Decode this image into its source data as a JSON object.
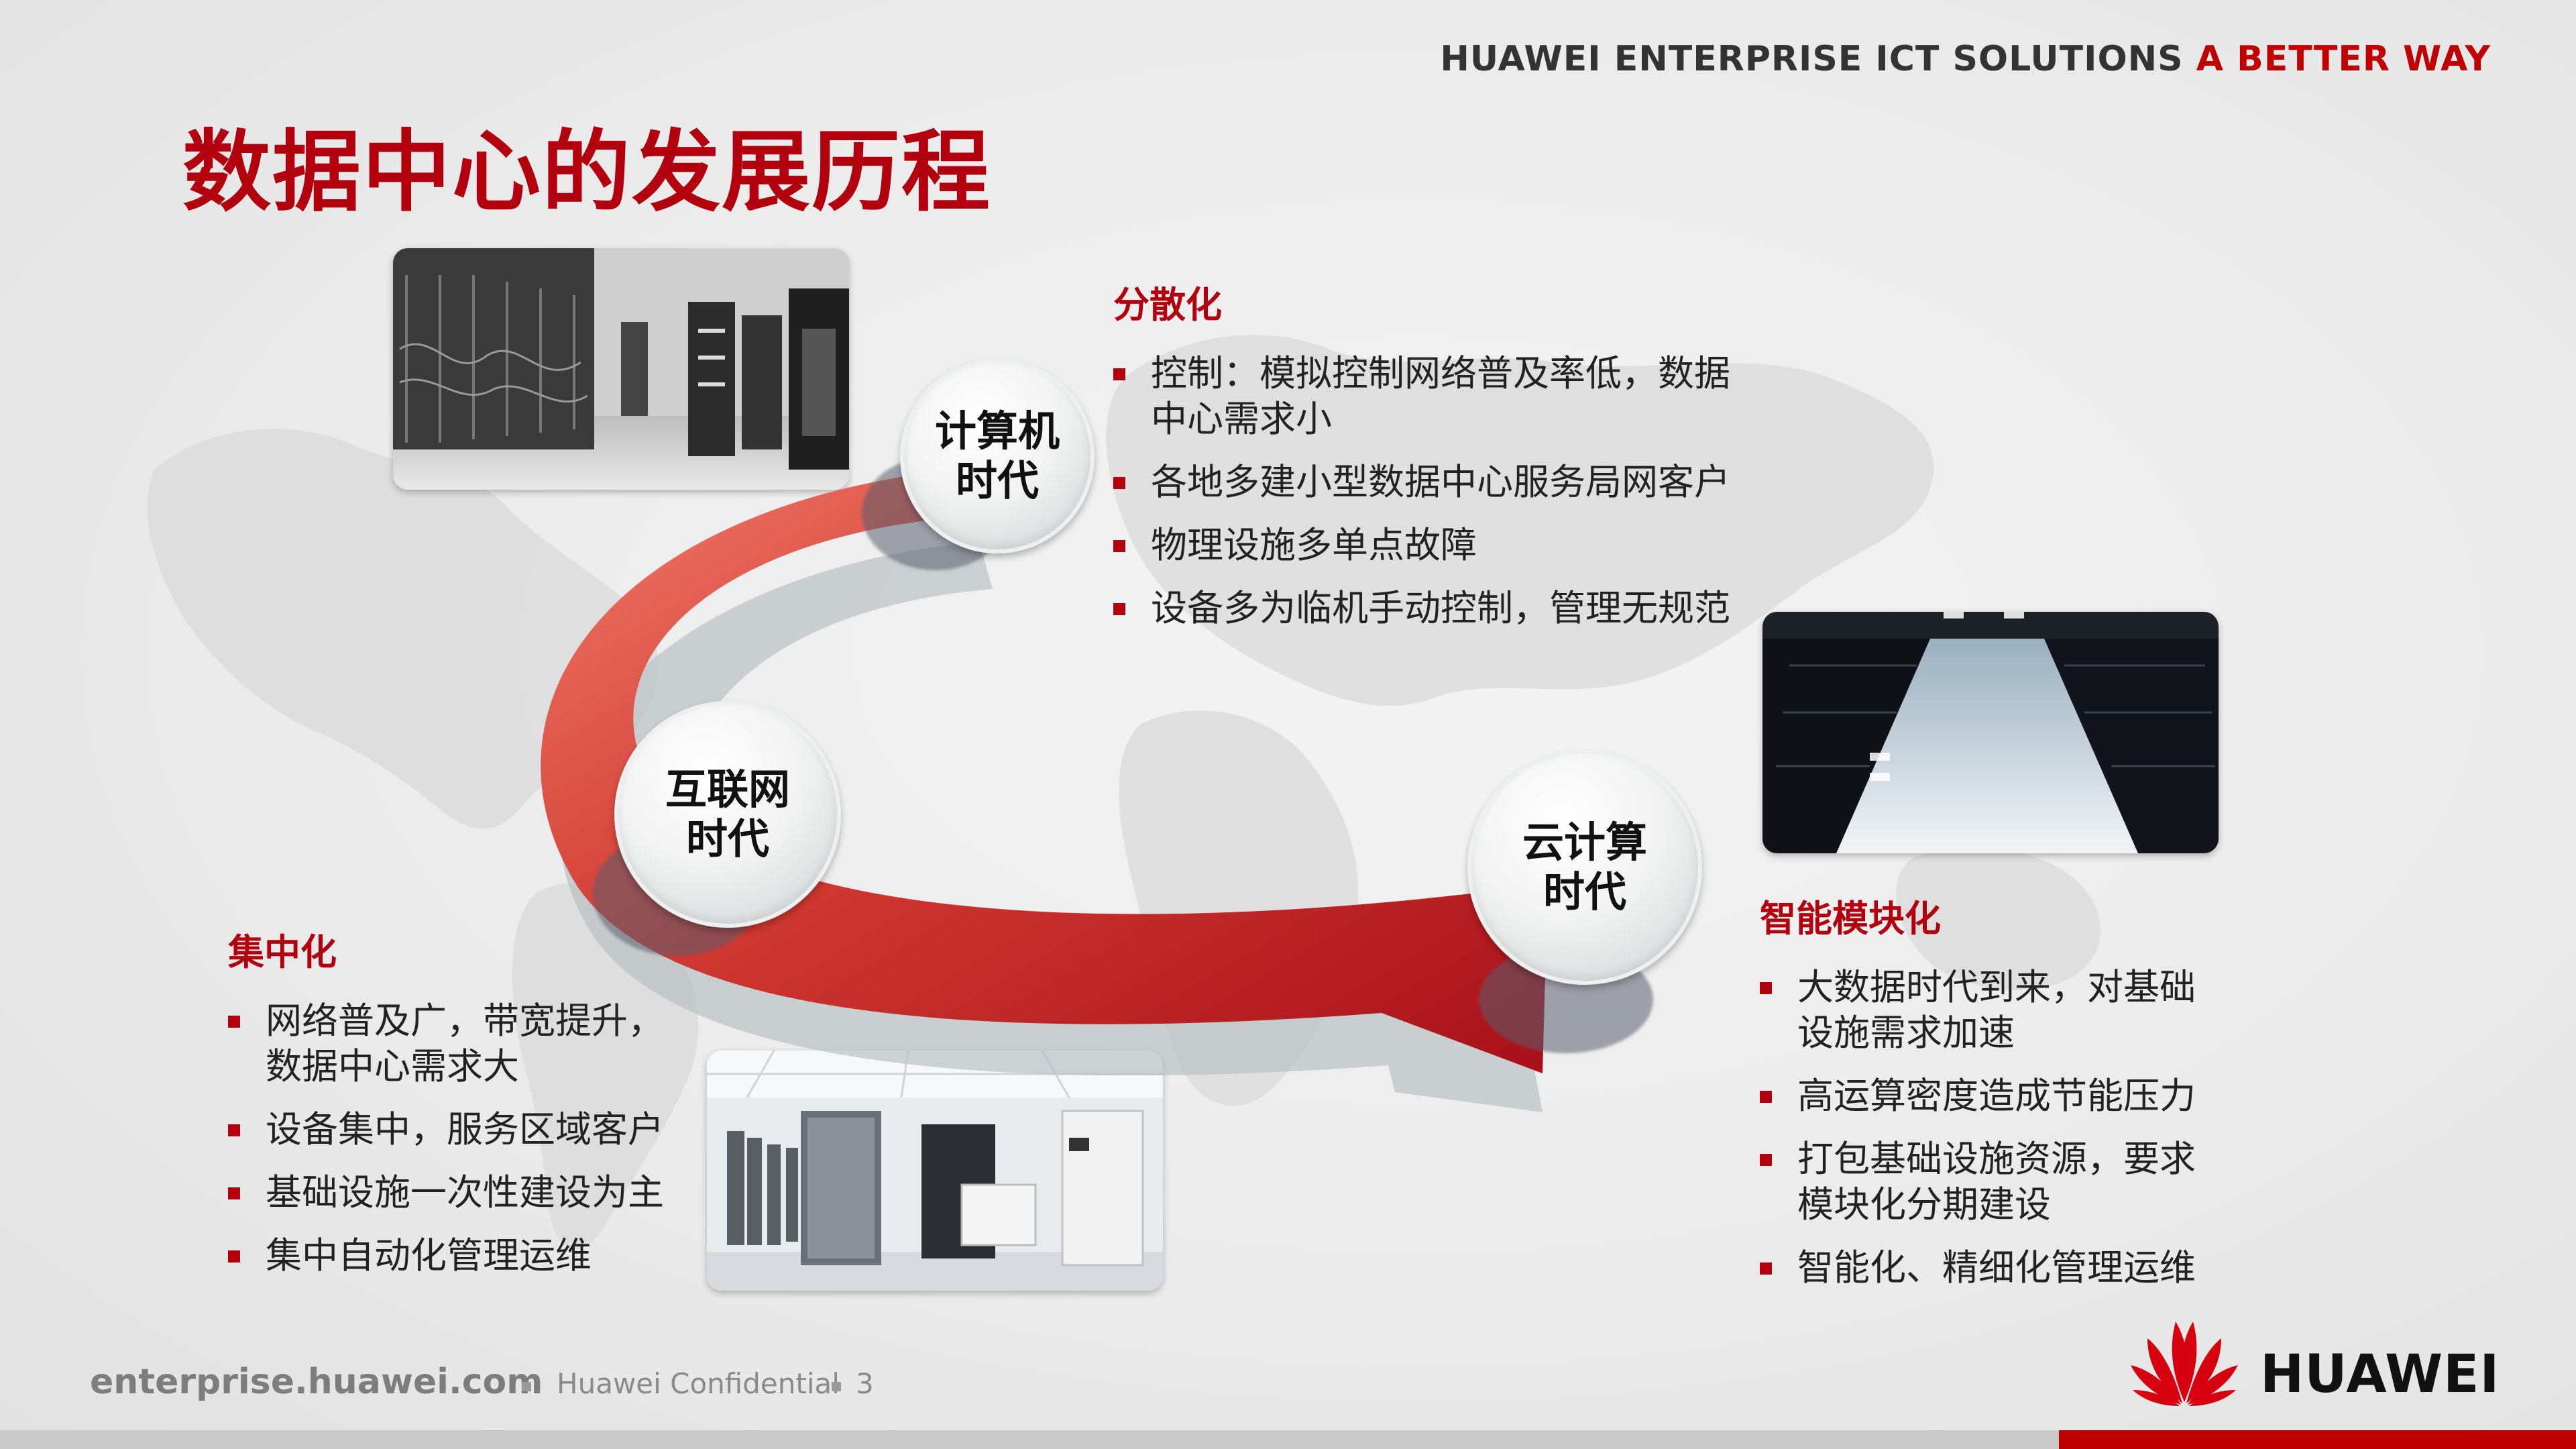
{
  "header": {
    "brand_text": "HUAWEI ENTERPRISE ICT SOLUTIONS",
    "tagline": "A BETTER WAY"
  },
  "title": "数据中心的发展历程",
  "eras": {
    "computer": "计算机\n时代",
    "internet": "互联网\n时代",
    "cloud": "云计算\n时代"
  },
  "sections": {
    "decentralized": {
      "heading": "分散化",
      "bullets": [
        "控制：模拟控制网络普及率低，数据\n中心需求小",
        "各地多建小型数据中心服务局网客户",
        "物理设施多单点故障",
        "设备多为临机手动控制，管理无规范"
      ]
    },
    "centralized": {
      "heading": "集中化",
      "bullets": [
        "网络普及广，带宽提升，\n数据中心需求大",
        "设备集中，服务区域客户",
        "基础设施一次性建设为主",
        "集中自动化管理运维"
      ]
    },
    "modular": {
      "heading": "智能模块化",
      "bullets": [
        "大数据时代到来，对基础\n设施需求加速",
        "高运算密度造成节能压力",
        "打包基础设施资源，要求\n模块化分期建设",
        " 智能化、精细化管理运维"
      ]
    }
  },
  "footer": {
    "site": "enterprise.huawei.com",
    "confidential": "Huawei Confidential",
    "page": "3",
    "logo": "HUAWEI"
  },
  "colors": {
    "brand_red": "#b3000f",
    "arrow_red": "#c62828"
  }
}
